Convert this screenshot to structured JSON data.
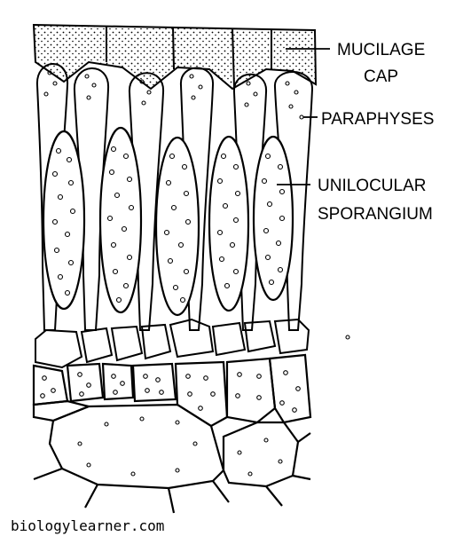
{
  "labels": {
    "mucilage_line1": "MUCILAGE",
    "mucilage_line2": "CAP",
    "paraphyses": "PARAPHYSES",
    "unilocular_line1": "UNILOCULAR",
    "unilocular_line2": "SPORANGIUM"
  },
  "watermark": "biologylearner.com",
  "colors": {
    "ink": "#000000",
    "paper": "#ffffff"
  }
}
